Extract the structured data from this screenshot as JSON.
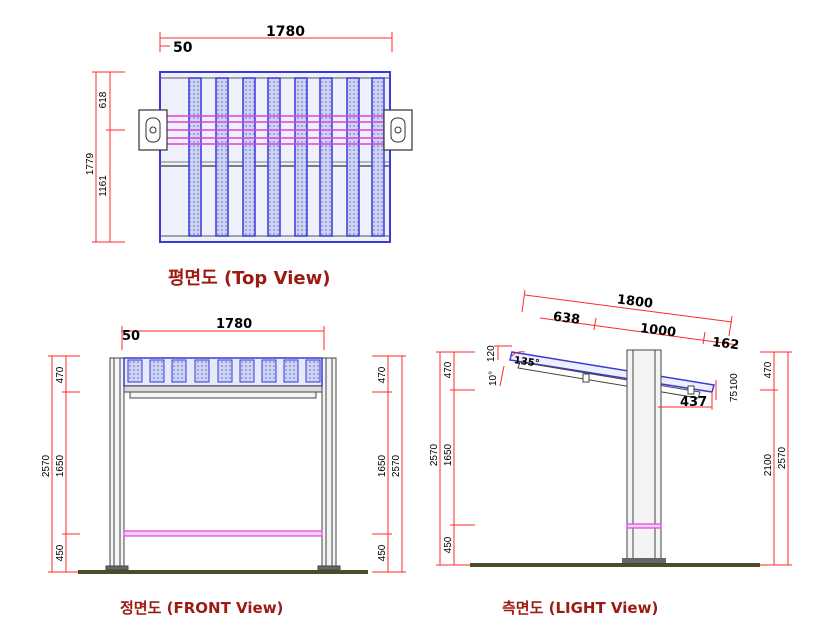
{
  "titles": {
    "top": "평면도 (Top View)",
    "front": "정면도 (FRONT View)",
    "side": "측면도 (LIGHT View)"
  },
  "top_view": {
    "width": "1780",
    "offset": "50",
    "depth_total": "1779",
    "depth_upper": "618",
    "depth_lower": "1161"
  },
  "front_view": {
    "width": "1780",
    "offset": "50",
    "left_total": "2570",
    "left_mid": "1650",
    "left_top": "470",
    "left_bottom": "450",
    "right_top": "470",
    "right_mid": "1650",
    "right_total": "2570",
    "right_bottom": "450"
  },
  "side_view": {
    "length": "1800",
    "seg1": "638",
    "seg2": "1000",
    "seg3": "162",
    "angle": "135°",
    "tilt": "10°",
    "top_dim": "120",
    "right_75": "75",
    "right_100": "100",
    "offset_437": "437",
    "left_top": "470",
    "left_total": "2570",
    "left_mid": "1650",
    "left_bottom": "450",
    "right_top": "470",
    "right_mid": "2100",
    "right_total": "2570"
  },
  "colors": {
    "dimension": "#ff2a2a",
    "frame": "#3a3ad8",
    "frame_fill": "#c8d0f0",
    "accent": "#e040e0",
    "title": "#9b1a12",
    "ground": "#4b4d2a"
  }
}
